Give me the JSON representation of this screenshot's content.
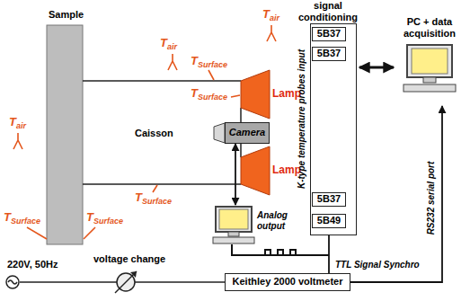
{
  "diagram": {
    "nodes": [
      {
        "text": [
          "signal conditioning"
        ]
      },
      {
        "text": [
          "5B37"
        ],
        "in": 0
      },
      {
        "text": [
          "5B37"
        ],
        "in": 0
      },
      {
        "text": [
          "5B37"
        ],
        "in": 0
      },
      {
        "text": [
          "5B49"
        ],
        "in": 0
      },
      {
        "text": [
          "Camera"
        ]
      },
      {
        "text": [
          "PC + data acquisition"
        ]
      },
      {
        "text": [
          "Analog output"
        ]
      },
      {
        "text": [
          "Keithley 2000 voltmeter"
        ]
      }
    ],
    "edges": [
      {
        "from": 0,
        "to": 6,
        "arrow": "both"
      },
      {
        "from": 5,
        "to": 7,
        "arrow": "both"
      },
      {
        "from": 4,
        "to": 8,
        "label": "TTL Signal Synchro",
        "arrow": "none"
      },
      {
        "from": 8,
        "to": 6,
        "arrow": "to"
      }
    ],
    "labels": [
      "Sample",
      "Caisson",
      "Lamp",
      "Lamp",
      "K-type temperature probes input",
      "voltage change",
      "220V, 50Hz",
      "RS232 serial port",
      "T",
      "air",
      "T",
      "Surface",
      "T",
      "Surface",
      "T",
      "air",
      "T",
      "Surface",
      "T",
      "Surface",
      "T",
      "Surface",
      "T",
      "air"
    ]
  }
}
